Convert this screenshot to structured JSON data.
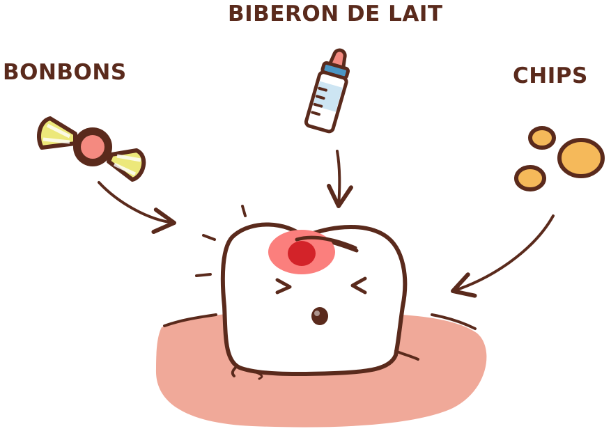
{
  "labels": {
    "bonbons": "BONBONS",
    "biberon": "BIBERON DE LAIT",
    "chips": "CHIPS"
  },
  "colors": {
    "ink": "#5a2a1c",
    "gum": "#f0a999",
    "cavity_outer": "#fb7f7d",
    "cavity_inner": "#d32329",
    "candy_center": "#f48a80",
    "candy_stripe": "#ece87a",
    "chip": "#f5b95a",
    "bottle_cap": "#4b96c4",
    "bottle_milk": "#cde5f3"
  },
  "icons": [
    "candy-icon",
    "baby-bottle-icon",
    "chips-icon",
    "tooth-icon",
    "cavity-icon"
  ]
}
